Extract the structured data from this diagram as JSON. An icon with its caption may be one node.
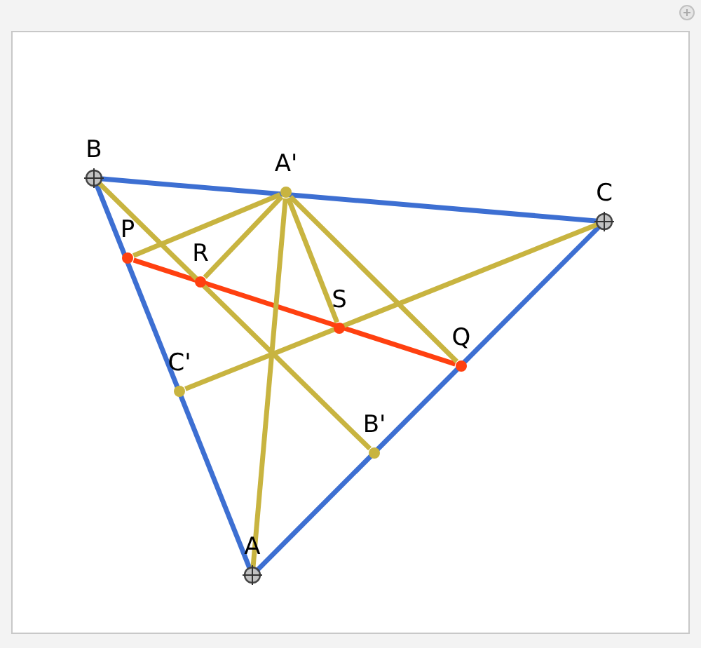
{
  "diagram": {
    "nodes": [
      {
        "text": [
          "B"
        ]
      },
      {
        "text": [
          "A'"
        ]
      },
      {
        "text": [
          "C"
        ]
      },
      {
        "text": [
          "P"
        ]
      },
      {
        "text": [
          "R"
        ]
      },
      {
        "text": [
          "S"
        ]
      },
      {
        "text": [
          "Q"
        ]
      },
      {
        "text": [
          "C'"
        ]
      },
      {
        "text": [
          "B'"
        ]
      },
      {
        "text": [
          "A"
        ]
      }
    ],
    "edges": [
      {
        "from": 0,
        "to": 2,
        "arrow": "none",
        "color": "#3d6fd2"
      },
      {
        "from": 2,
        "to": 9,
        "arrow": "none",
        "color": "#3d6fd2"
      },
      {
        "from": 9,
        "to": 0,
        "arrow": "none",
        "color": "#3d6fd2"
      },
      {
        "from": 3,
        "to": 6,
        "arrow": "none",
        "color": "#ff4010"
      },
      {
        "from": 0,
        "to": 8,
        "arrow": "none"
      },
      {
        "from": 2,
        "to": 7,
        "arrow": "none"
      },
      {
        "from": 1,
        "to": 9,
        "arrow": "none"
      },
      {
        "from": 1,
        "to": 3,
        "arrow": "none"
      },
      {
        "from": 1,
        "to": 4,
        "arrow": "none"
      },
      {
        "from": 1,
        "to": 5,
        "arrow": "none"
      },
      {
        "from": 1,
        "to": 6,
        "arrow": "none"
      }
    ]
  }
}
